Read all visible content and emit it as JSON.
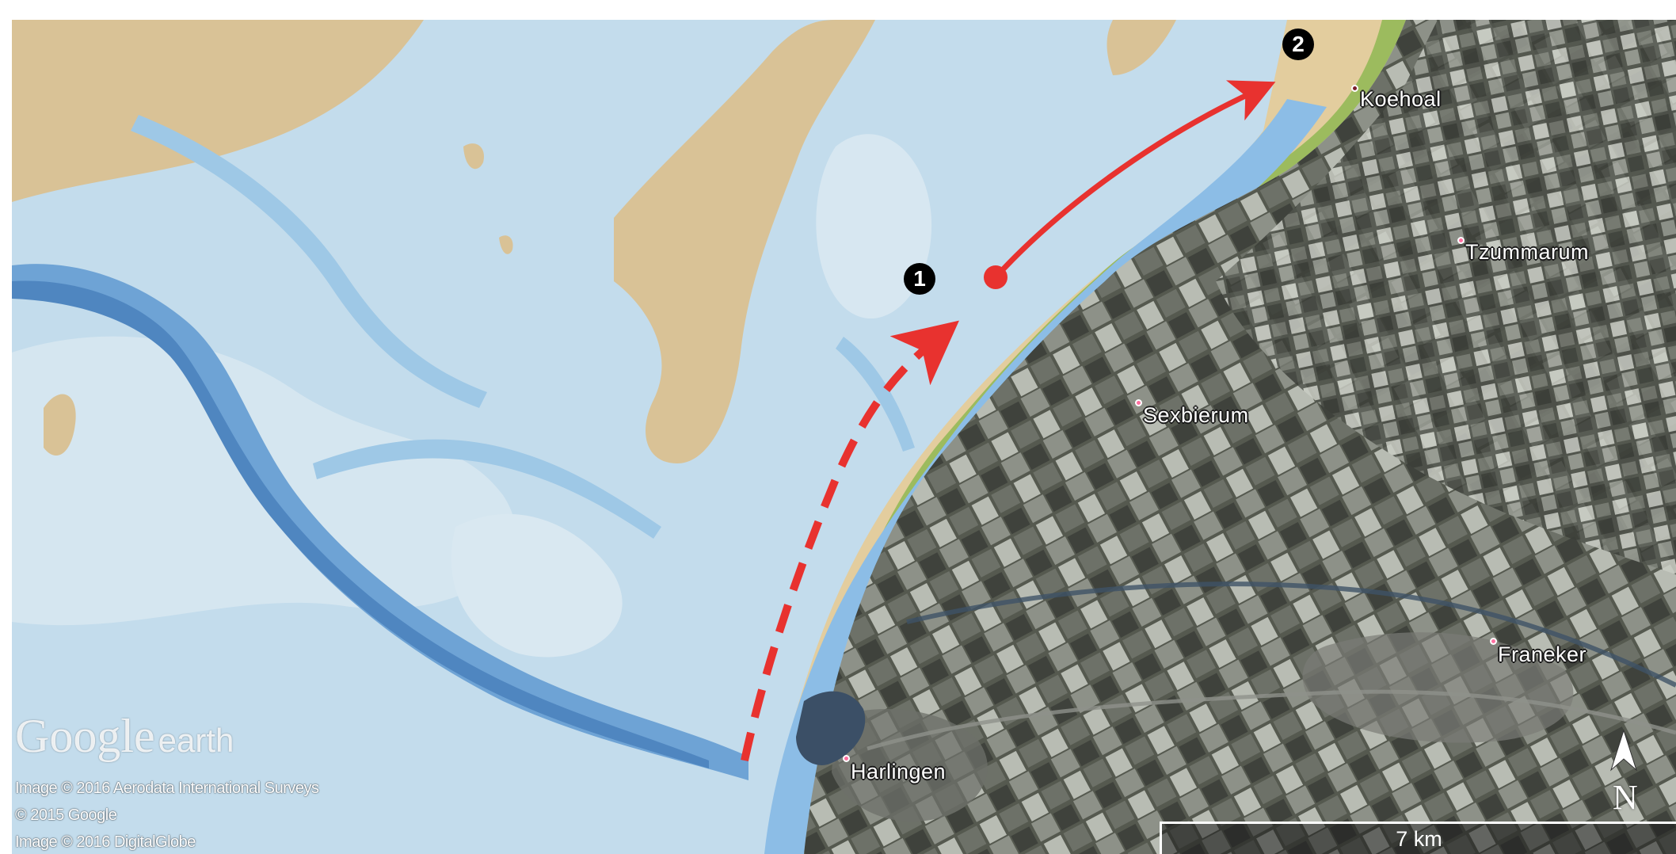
{
  "places": [
    {
      "id": "koehoal",
      "label": "Koehoal"
    },
    {
      "id": "tzummarum",
      "label": "Tzummarum"
    },
    {
      "id": "sexbierum",
      "label": "Sexbierum"
    },
    {
      "id": "franeker",
      "label": "Franeker"
    },
    {
      "id": "harlingen",
      "label": "Harlingen"
    }
  ],
  "markers": {
    "one": "1",
    "two": "2"
  },
  "brand": {
    "google": "Google",
    "earth": "earth"
  },
  "credits": [
    "Image © 2016 Aerodata International Surveys",
    "© 2015 Google",
    "Image © 2016 DigitalGlobe"
  ],
  "scale": {
    "label": "7 km"
  },
  "compass": {
    "letter": "N"
  },
  "colors": {
    "route": "#e8322f",
    "sand": "#d9c296",
    "shallow_water": "#c3dcec",
    "deep_water": "#6ea3d5",
    "land": "#4a4d48"
  }
}
